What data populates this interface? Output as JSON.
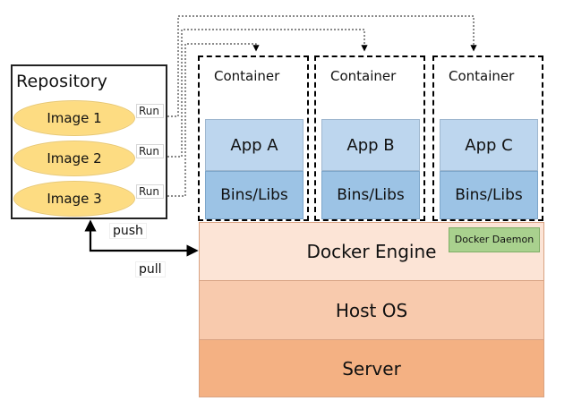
{
  "repository": {
    "title": "Repository",
    "images": [
      {
        "label": "Image 1",
        "action": "Run"
      },
      {
        "label": "Image 2",
        "action": "Run"
      },
      {
        "label": "Image 3",
        "action": "Run"
      }
    ]
  },
  "containers": [
    {
      "title": "Container",
      "app": "App A",
      "bins": "Bins/Libs"
    },
    {
      "title": "Container",
      "app": "App B",
      "bins": "Bins/Libs"
    },
    {
      "title": "Container",
      "app": "App C",
      "bins": "Bins/Libs"
    }
  ],
  "layers": {
    "docker_engine": "Docker Engine",
    "docker_daemon": "Docker Daemon",
    "host_os": "Host OS",
    "server": "Server"
  },
  "flows": {
    "push": "push",
    "pull": "pull"
  },
  "colors": {
    "image_fill": "#fddc82",
    "app_fill": "#bdd6ee",
    "bins_fill": "#9cc3e5",
    "docker_engine_fill": "#fce4d6",
    "host_os_fill": "#f8caad",
    "server_fill": "#f4b183",
    "daemon_fill": "#a9d18e"
  }
}
